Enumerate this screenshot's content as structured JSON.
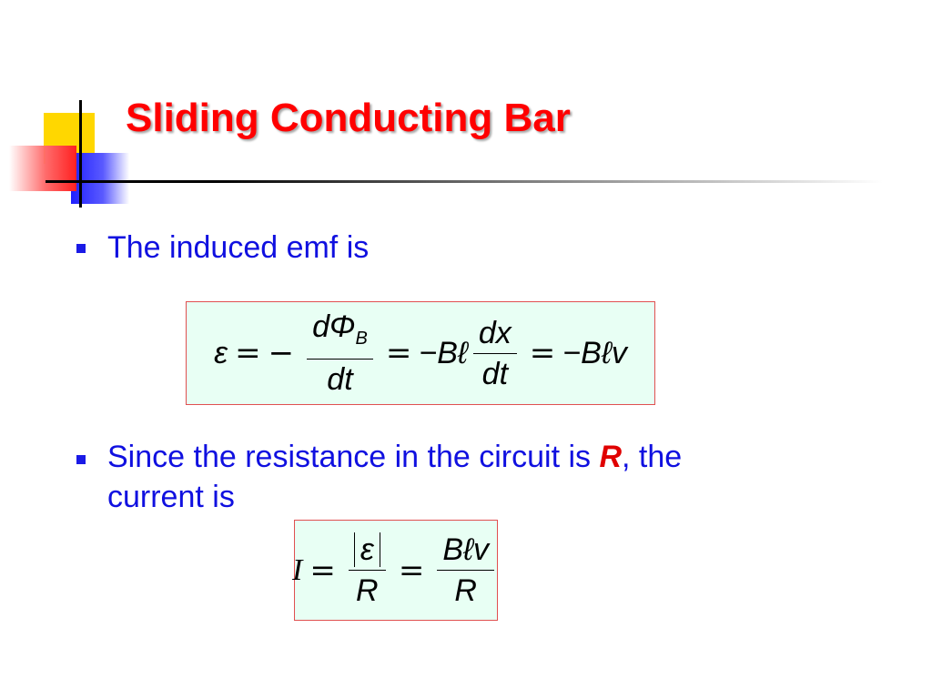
{
  "slide": {
    "title": "Sliding Conducting Bar",
    "bullets": [
      {
        "text": "The induced emf is"
      },
      {
        "text_before": "Since the resistance in the circuit is ",
        "emphasis": "R",
        "text_after": ", the",
        "text_line2": "current is"
      }
    ],
    "equation_emf": {
      "epsilon": "ε",
      "equals": "=",
      "minus": "−",
      "d_phi": "dΦ",
      "sub_b": "B",
      "dt": "dt",
      "minus_b_ell": "−Bℓ",
      "dx": "dx",
      "minus_b_ell_v": "−Bℓv"
    },
    "equation_current": {
      "i": "I",
      "equals": "=",
      "abs_epsilon": "ε",
      "r": "R",
      "b_ell_v": "Bℓv"
    },
    "colors": {
      "title": "#ff0000",
      "bullet_text": "#1010e0",
      "equation_bg": "#e8fff4",
      "equation_border": "#e05050"
    }
  }
}
